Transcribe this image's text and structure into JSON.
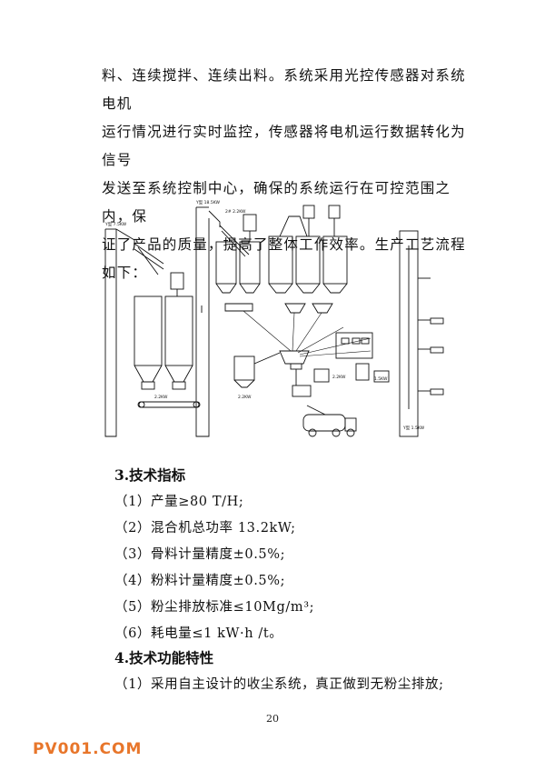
{
  "body_lines": [
    "料、连续搅拌、连续出料。系统采用光控传感器对系统电机",
    "运行情况进行实时监控，传感器将电机运行数据转化为信号",
    "发送至系统控制中心，确保的系统运行在可控范围之内，保",
    "证了产品的质量，提高了整体工作效率。生产工艺流程如下："
  ],
  "section3": {
    "title": "3.技术指标",
    "items": [
      "（1）产量≥80 T/H;",
      "（2）混合机总功率 13.2kW;",
      "（3）骨料计量精度±0.5%;",
      "（4）粉料计量精度±0.5%;",
      "（5）粉尘排放标准≤10Mg/m³;",
      "（6）耗电量≤1 kW·h /t。"
    ]
  },
  "section4": {
    "title": "4.技术功能特性",
    "items": [
      "（1）采用自主设计的收尘系统，真正做到无粉尘排放;"
    ]
  },
  "page_number": "20",
  "watermark": {
    "text": "PV001.COM",
    "color": "#e8762b"
  },
  "diagram_labels": {
    "motor_left": "Y型 7.5KW",
    "motor_top": "Y型 18.5KW",
    "mixer_power": "2#  2.2KW",
    "kw_a": "2.2KW",
    "kw_b": "2.2KW",
    "kw_c": "2.2KW",
    "kw_d": "1.5KW",
    "kw_right": "Y型 1.5KW"
  }
}
